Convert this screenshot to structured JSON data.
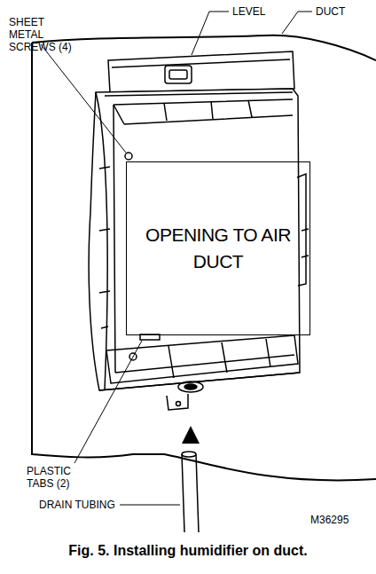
{
  "diagram": {
    "caption": "Fig. 5. Installing humidifier on duct.",
    "nodes": [
      {
        "text": [
          "OPENING TO AIR DUCT"
        ]
      }
    ],
    "labels": [
      "SHEET METAL SCREWS (4)",
      "LEVEL",
      "DUCT",
      "PLASTIC TABS (2)",
      "DRAIN TUBING",
      "M36295"
    ]
  }
}
